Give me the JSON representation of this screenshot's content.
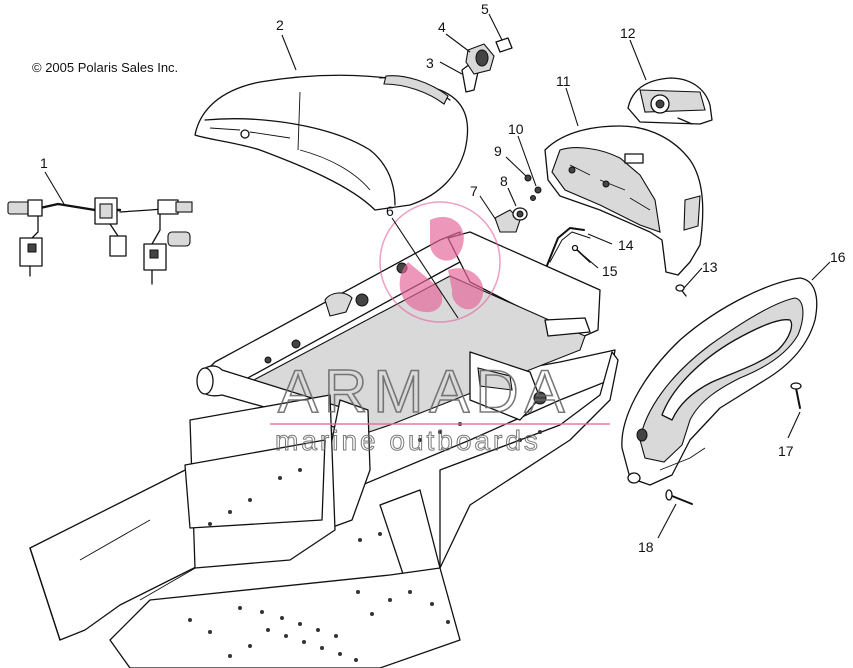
{
  "copyright": "© 2005 Polaris Sales Inc.",
  "watermark": {
    "brand": "ARMADA",
    "tagline": "marine outboards",
    "accent_color": "#e5679a"
  },
  "callouts": [
    {
      "id": "1",
      "label": "1"
    },
    {
      "id": "2",
      "label": "2"
    },
    {
      "id": "3",
      "label": "3"
    },
    {
      "id": "4",
      "label": "4"
    },
    {
      "id": "5",
      "label": "5"
    },
    {
      "id": "6",
      "label": "6"
    },
    {
      "id": "7",
      "label": "7"
    },
    {
      "id": "8",
      "label": "8"
    },
    {
      "id": "9",
      "label": "9"
    },
    {
      "id": "10",
      "label": "10"
    },
    {
      "id": "11",
      "label": "11"
    },
    {
      "id": "12",
      "label": "12"
    },
    {
      "id": "13",
      "label": "13"
    },
    {
      "id": "14",
      "label": "14"
    },
    {
      "id": "15",
      "label": "15"
    },
    {
      "id": "16",
      "label": "16"
    },
    {
      "id": "17",
      "label": "17"
    },
    {
      "id": "18",
      "label": "18"
    }
  ]
}
